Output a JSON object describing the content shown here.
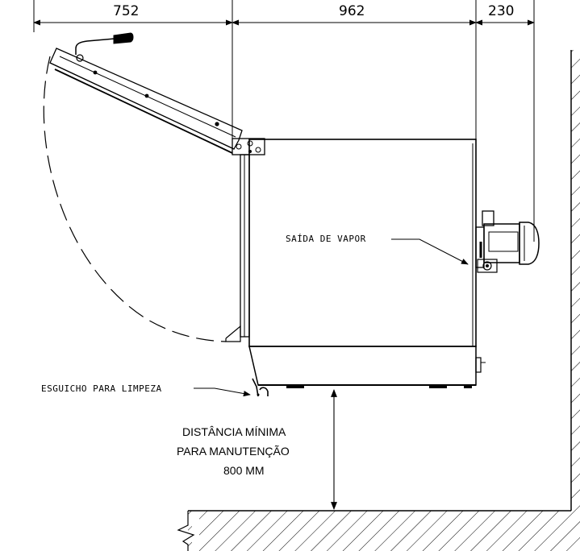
{
  "dimensions": {
    "left": "752",
    "middle": "962",
    "right": "230"
  },
  "labels": {
    "steam_outlet": "SAÍDA DE VAPOR",
    "cleaning_nozzle": "ESGUICHO PARA LIMPEZA",
    "min_distance_line1": "DISTÂNCIA MÍNIMA",
    "min_distance_line2": "PARA MANUTENÇÃO",
    "min_distance_line3": "800 MM"
  }
}
